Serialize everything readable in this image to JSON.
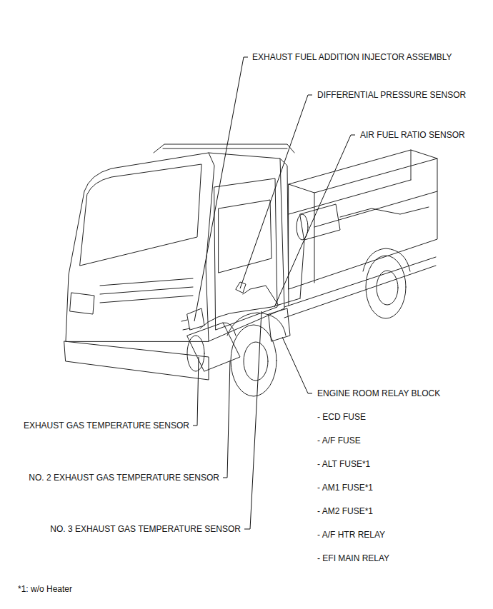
{
  "diagram": {
    "labels": [
      "EXHAUST FUEL ADDITION INJECTOR ASSEMBLY",
      "DIFFERENTIAL PRESSURE SENSOR",
      "AIR FUEL RATIO SENSOR",
      "ENGINE ROOM RELAY BLOCK",
      "- ECD FUSE",
      "- A/F FUSE",
      "- ALT FUSE*1",
      "- AM1 FUSE*1",
      "- AM2 FUSE*1",
      "- A/F HTR RELAY",
      "- EFI MAIN RELAY",
      "EXHAUST GAS TEMPERATURE SENSOR",
      "NO. 2 EXHAUST GAS TEMPERATURE SENSOR",
      "NO. 3 EXHAUST GAS TEMPERATURE SENSOR",
      "*1: w/o Heater"
    ]
  }
}
